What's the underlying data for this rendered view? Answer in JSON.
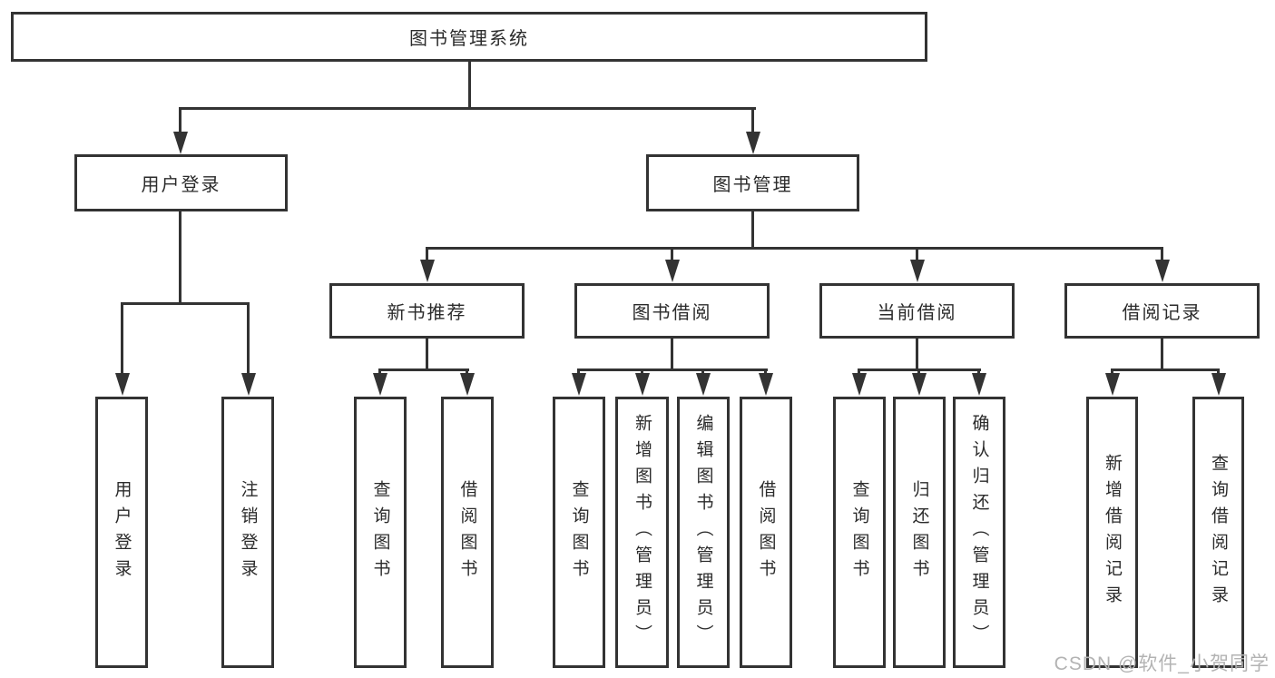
{
  "title": "图书管理系统",
  "watermark": {
    "text": "CSDN @软件_小贺同学"
  },
  "colors": {
    "line": "#333333",
    "text": "#2b2b2b",
    "box_fill": "#ffffff",
    "watermark": "#b3b3b3"
  },
  "nodes": [
    {
      "id": "root",
      "label": "图书管理系统",
      "parent": null,
      "level": 1
    },
    {
      "id": "user-login",
      "label": "用户登录",
      "parent": "root",
      "level": 2
    },
    {
      "id": "book-management",
      "label": "图书管理",
      "parent": "root",
      "level": 2
    },
    {
      "id": "user-login-action",
      "label": "用户登录",
      "parent": "user-login",
      "level": 3
    },
    {
      "id": "logout-action",
      "label": "注销登录",
      "parent": "user-login",
      "level": 3
    },
    {
      "id": "new-book-recommend",
      "label": "新书推荐",
      "parent": "book-management",
      "level": 3
    },
    {
      "id": "book-borrowing",
      "label": "图书借阅",
      "parent": "book-management",
      "level": 3
    },
    {
      "id": "current-borrowing",
      "label": "当前借阅",
      "parent": "book-management",
      "level": 3
    },
    {
      "id": "borrowing-records",
      "label": "借阅记录",
      "parent": "book-management",
      "level": 3
    },
    {
      "id": "query-books-recommend",
      "label": "查询图书",
      "parent": "new-book-recommend",
      "level": 4
    },
    {
      "id": "borrow-books-recommend",
      "label": "借阅图书",
      "parent": "new-book-recommend",
      "level": 4
    },
    {
      "id": "query-books-borrowing",
      "label": "查询图书",
      "parent": "book-borrowing",
      "level": 4
    },
    {
      "id": "add-books-admin",
      "label": "新增图书（管理员）",
      "parent": "book-borrowing",
      "level": 4
    },
    {
      "id": "edit-books-admin",
      "label": "编辑图书（管理员）",
      "parent": "book-borrowing",
      "level": 4
    },
    {
      "id": "borrow-books-borrowing",
      "label": "借阅图书",
      "parent": "book-borrowing",
      "level": 4
    },
    {
      "id": "query-books-current",
      "label": "查询图书",
      "parent": "current-borrowing",
      "level": 4
    },
    {
      "id": "return-books",
      "label": "归还图书",
      "parent": "current-borrowing",
      "level": 4
    },
    {
      "id": "confirm-return-admin",
      "label": "确认归还（管理员）",
      "parent": "current-borrowing",
      "level": 4
    },
    {
      "id": "add-borrow-record",
      "label": "新增借阅记录",
      "parent": "borrowing-records",
      "level": 4
    },
    {
      "id": "query-borrow-record",
      "label": "查询借阅记录",
      "parent": "borrowing-records",
      "level": 4
    }
  ]
}
